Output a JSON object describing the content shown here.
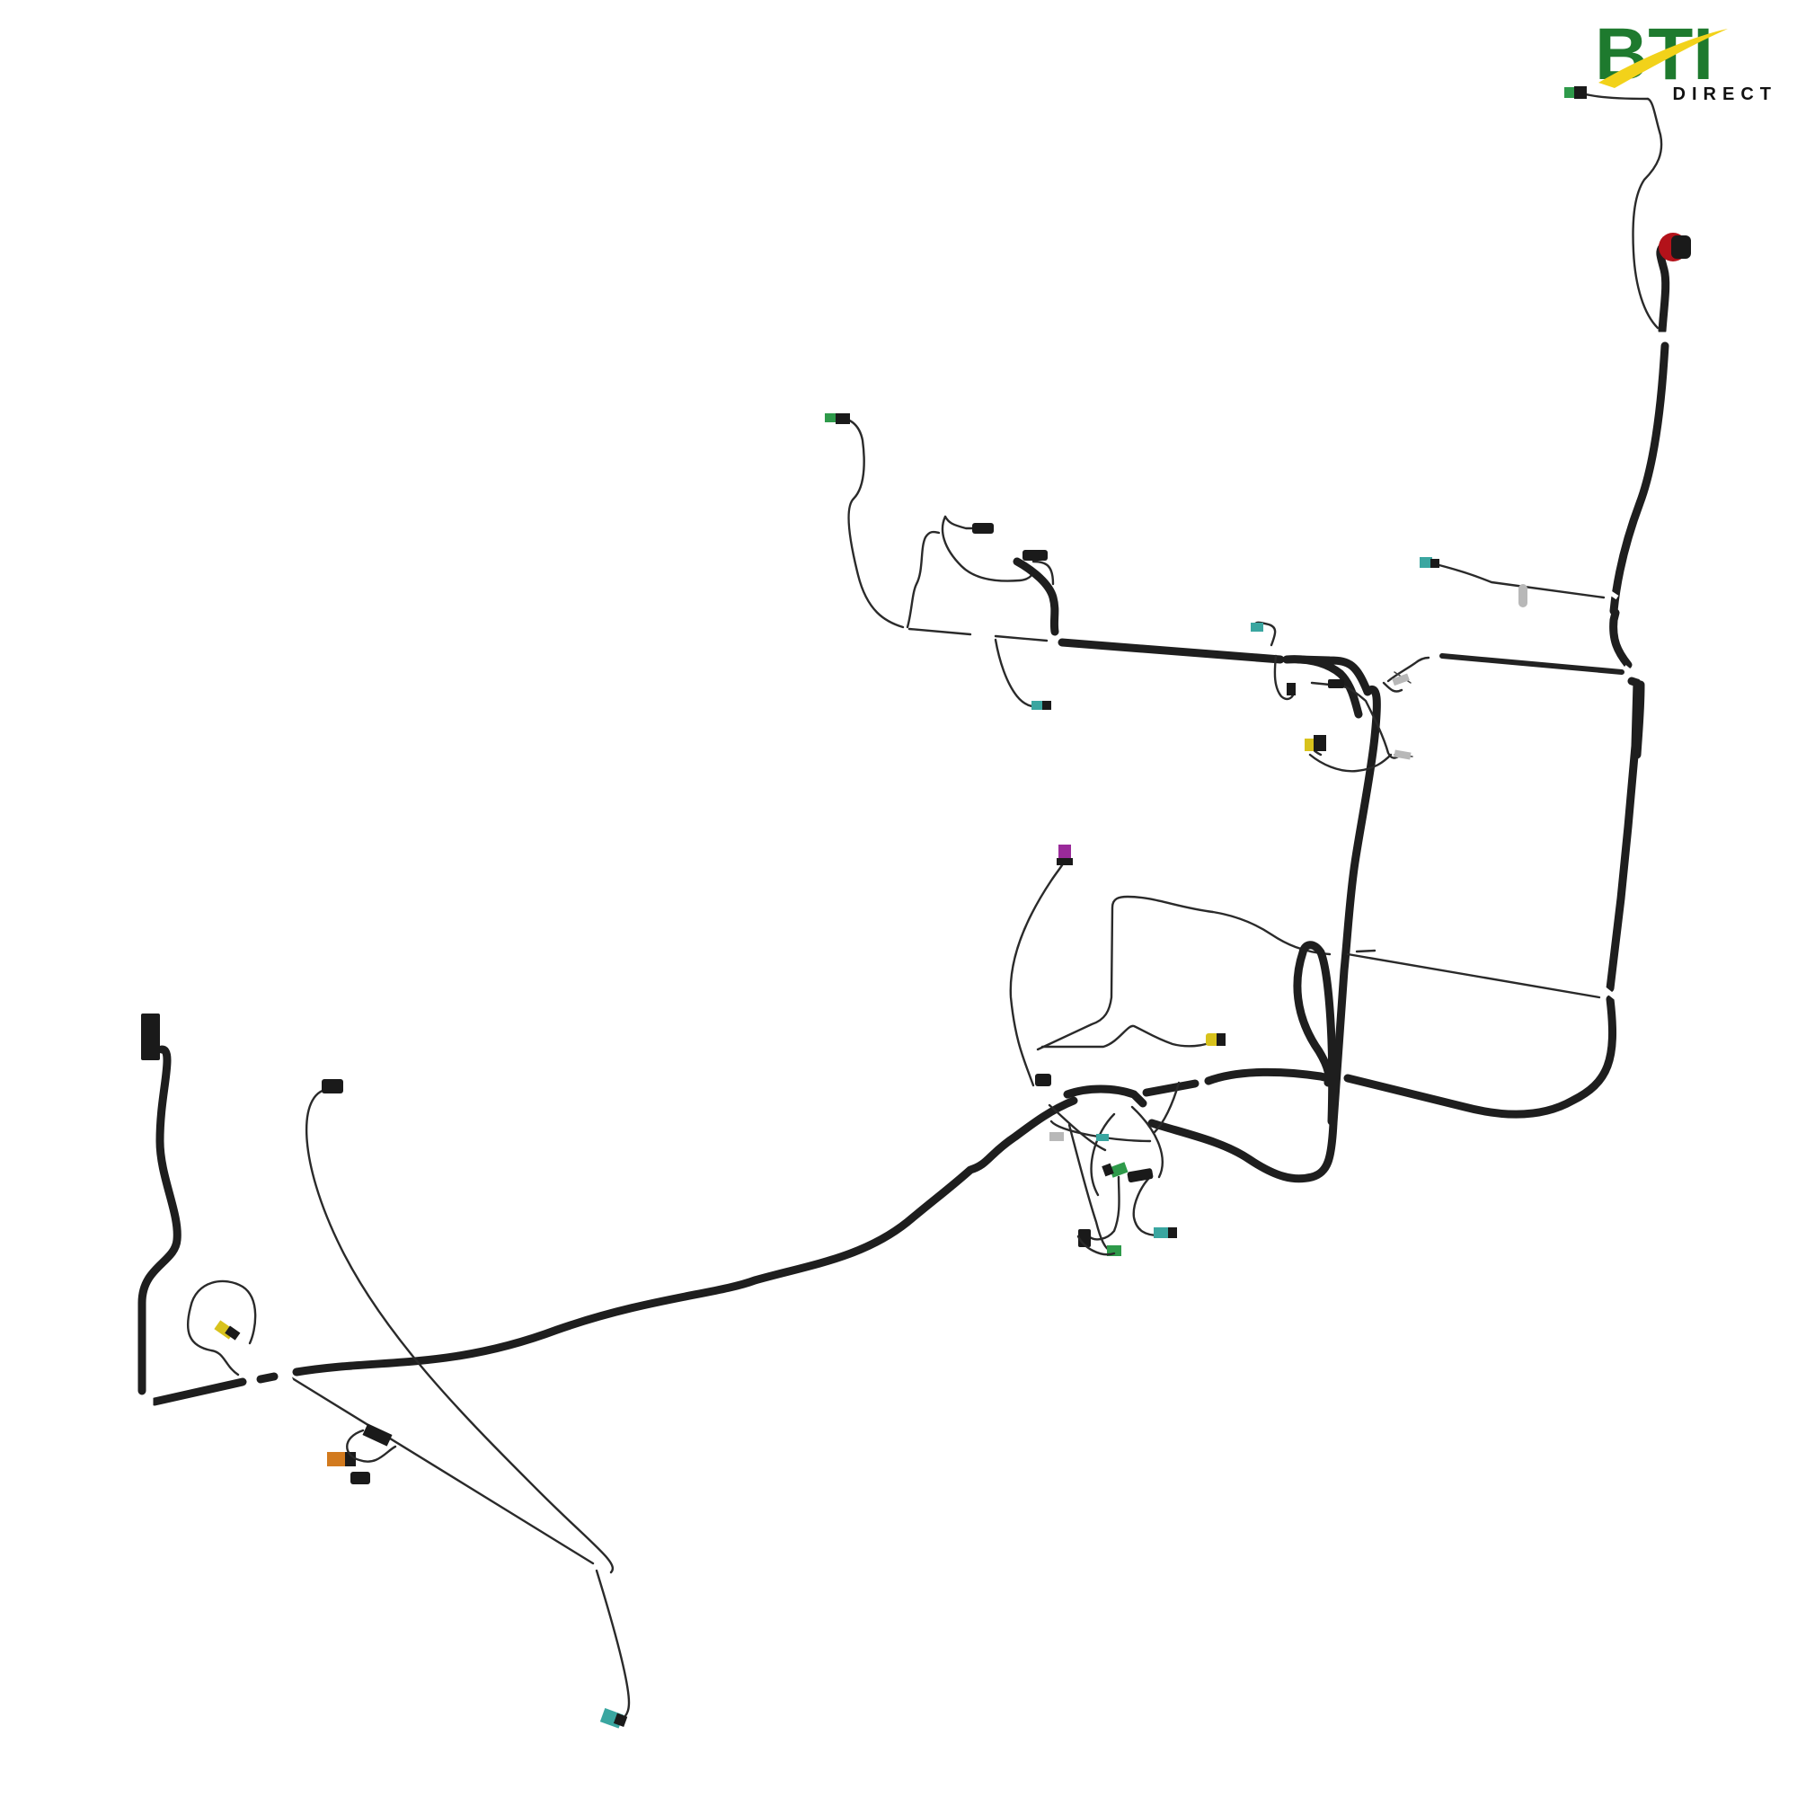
{
  "logo": {
    "brand_text": "BTI",
    "tagline": "DIRECT",
    "colors": {
      "green": "#1e7a2e",
      "yellow": "#f2d21a",
      "dark": "#111111"
    }
  },
  "diagram": {
    "subject": "wiring-harness",
    "colors": {
      "wire": "#1e1e1e",
      "connector_teal": "#3aa6a0",
      "connector_green": "#2e9a4a",
      "connector_yellow": "#d8c21c",
      "connector_purple": "#9a2a9a",
      "connector_orange": "#d27a1e",
      "grommet_red": "#b3121a",
      "clip_gray": "#b8b8b8"
    }
  }
}
